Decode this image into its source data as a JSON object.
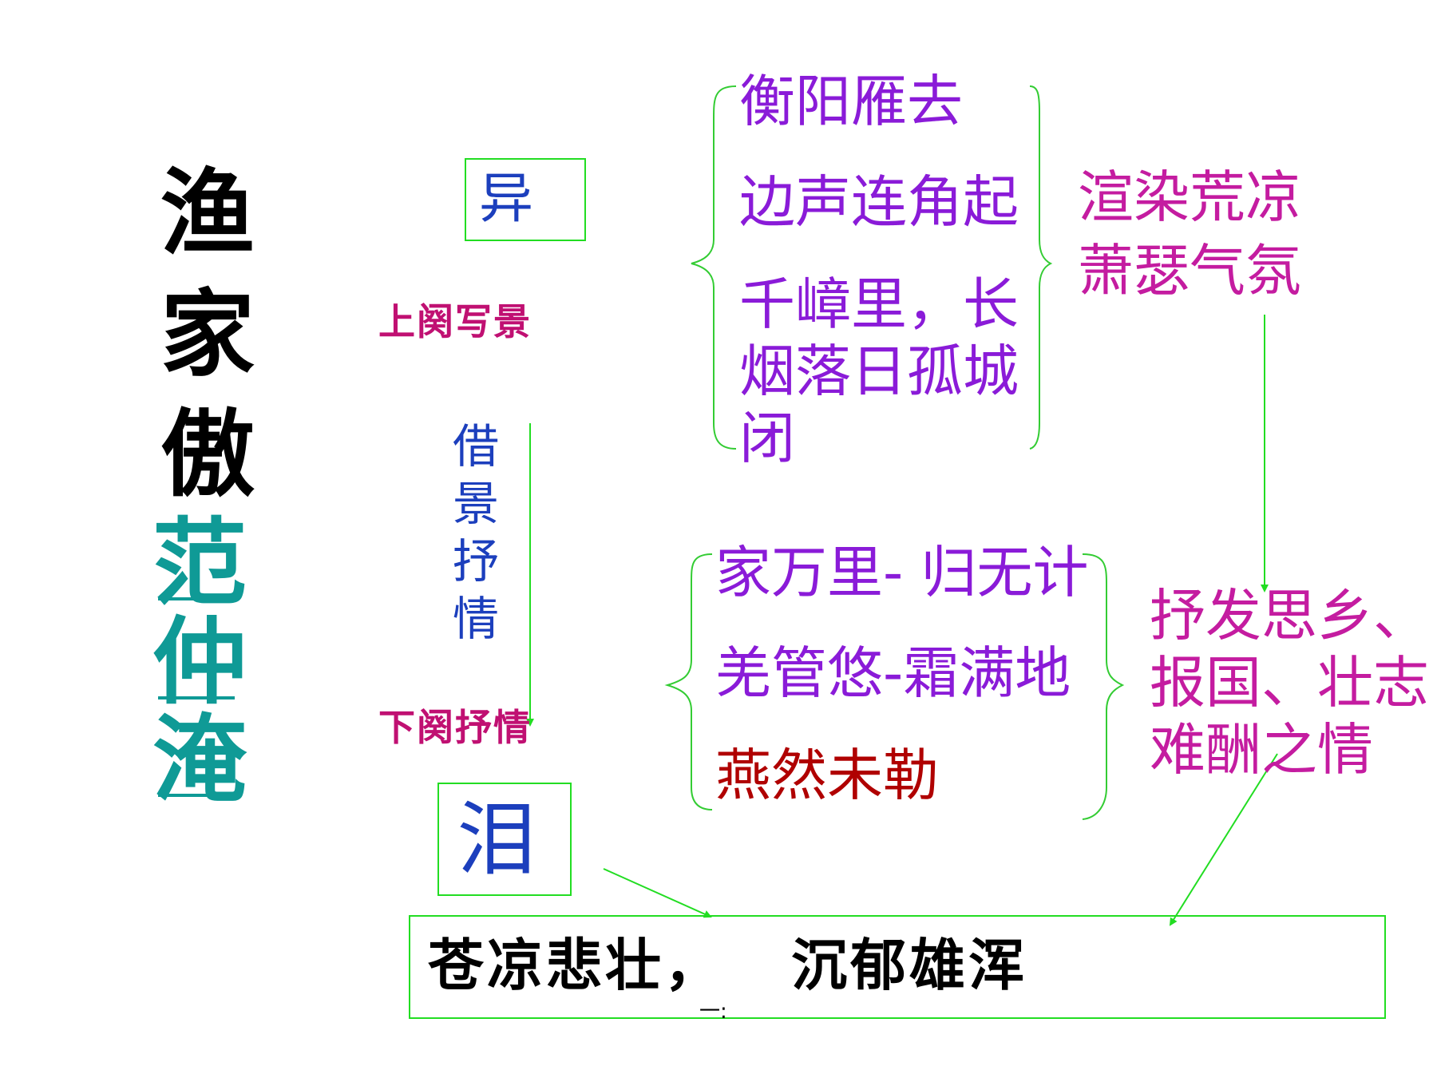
{
  "title": {
    "line_black": [
      "渔",
      "家",
      "傲"
    ],
    "author": [
      "范",
      "仲",
      "淹"
    ]
  },
  "left_column": {
    "box_top": "异",
    "upper_label": "上阕写景",
    "vertical_text": [
      "借",
      "景",
      "抒",
      "情"
    ],
    "lower_label": "下阕抒情",
    "box_bottom": "泪"
  },
  "upper_scene": {
    "lines": [
      "衡阳雁去",
      "边声连角起",
      "千嶂里，长",
      "烟落日孤城",
      "闭"
    ],
    "effect": [
      "渲染荒凉",
      "萧瑟气氛"
    ]
  },
  "lower_scene": {
    "lines": [
      "家万里- 归无计",
      "羌管悠-霜满地",
      "燕然未勒"
    ],
    "effect": [
      "抒发思乡、",
      "报国、壮志",
      "难酬之情"
    ]
  },
  "conclusion": {
    "text": "苍凉悲壮，   沉郁雄浑",
    "footnote": "一:"
  },
  "colors": {
    "purple": "#8a1bd8",
    "magenta": "#c41ca0",
    "darkred": "#b00000",
    "blue": "#1c3fbd",
    "teal": "#0f9a96",
    "green_line": "#22dd22"
  }
}
